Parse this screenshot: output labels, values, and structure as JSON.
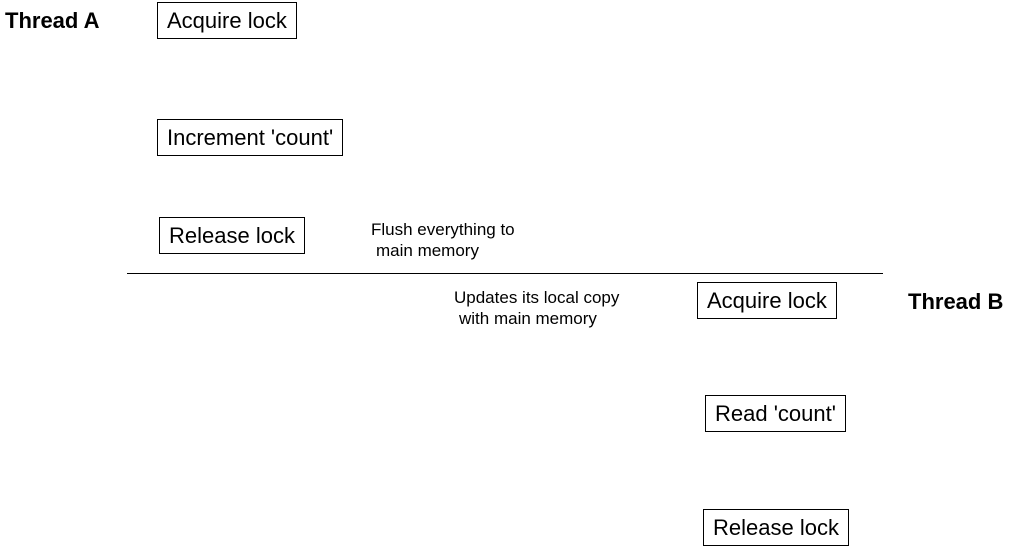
{
  "thread_a": {
    "label": "Thread A",
    "steps": [
      "Acquire lock",
      "Increment 'count'",
      "Release lock"
    ],
    "note": {
      "line1": "Flush everything to",
      "line2": "main memory"
    }
  },
  "thread_b": {
    "label": "Thread B",
    "steps": [
      "Acquire lock",
      "Read 'count'",
      "Release lock"
    ],
    "note": {
      "line1": "Updates its local copy",
      "line2": "with main memory"
    }
  }
}
